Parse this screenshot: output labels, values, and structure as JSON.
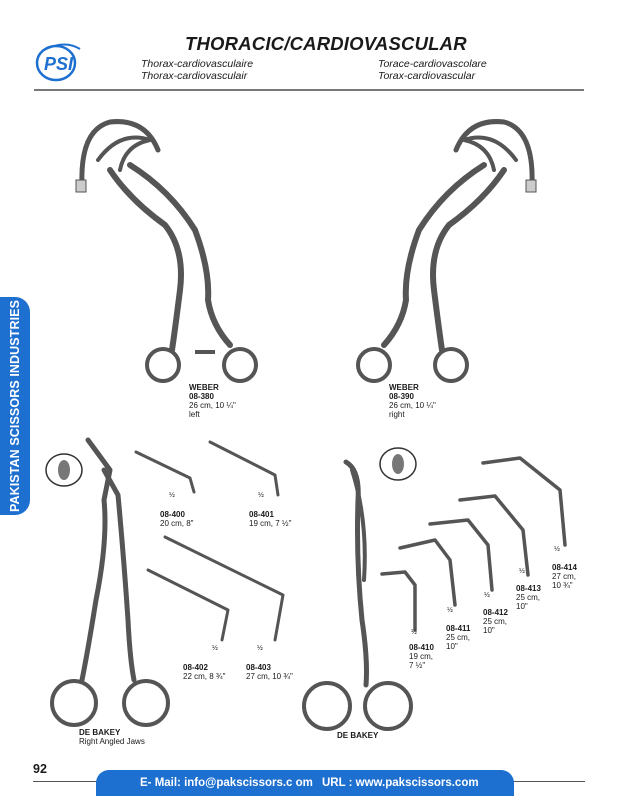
{
  "header": {
    "title": "THORACIC/CARDIOVASCULAR",
    "subtitles": [
      "Thorax-cardiovasculaire",
      "Thorax-cardiovasculair",
      "Torace-cardiovascolare",
      "Torax-cardiovascular"
    ]
  },
  "brand": {
    "logo_text": "PSI",
    "sidebar_text": "PAKISTAN SCISSORS INDUSTRIES",
    "accent_color": "#1d6fd0"
  },
  "products": [
    {
      "name": "WEBER",
      "code": "08-380",
      "size": "26 cm, 10 ¼\"",
      "note": "left"
    },
    {
      "name": "WEBER",
      "code": "08-390",
      "size": "26 cm, 10 ¼\"",
      "note": "right"
    },
    {
      "code": "08-400",
      "size": "20 cm, 8\""
    },
    {
      "code": "08-401",
      "size": "19 cm, 7 ½\""
    },
    {
      "code": "08-402",
      "size": "22 cm, 8 ¾\""
    },
    {
      "code": "08-403",
      "size": "27 cm, 10 ¾\""
    },
    {
      "name": "DE BAKEY",
      "note": "Right Angled Jaws"
    },
    {
      "name": "DE BAKEY"
    },
    {
      "code": "08-410",
      "size": "19 cm,",
      "size2": "7 ½\""
    },
    {
      "code": "08-411",
      "size": "25 cm,",
      "size2": "10\""
    },
    {
      "code": "08-412",
      "size": "25 cm,",
      "size2": "10\""
    },
    {
      "code": "08-413",
      "size": "25 cm,",
      "size2": "10\""
    },
    {
      "code": "08-414",
      "size": "27 cm,",
      "size2": "10 ¾\""
    }
  ],
  "scale_mark": "½",
  "footer": {
    "page_number": "92",
    "email": "E- Mail: info@pakscissors.c om",
    "url": "URL  :  www.pakscissors.com"
  }
}
